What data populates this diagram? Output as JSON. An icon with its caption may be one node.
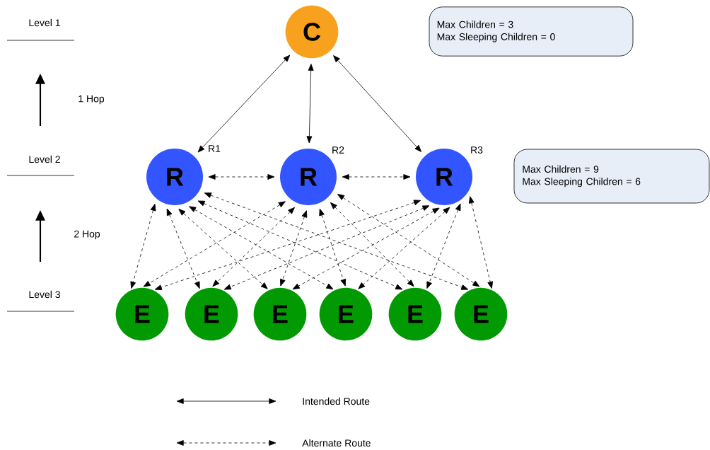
{
  "diagram": {
    "nodes": [
      {
        "text": [
          "C"
        ]
      },
      {
        "text": [
          "R"
        ],
        "beside": [
          "R1"
        ]
      },
      {
        "text": [
          "R"
        ],
        "beside": [
          "R2"
        ]
      },
      {
        "text": [
          "R"
        ],
        "beside": [
          "R3"
        ]
      },
      {
        "text": [
          "E"
        ]
      },
      {
        "text": [
          "E"
        ]
      },
      {
        "text": [
          "E"
        ]
      },
      {
        "text": [
          "E"
        ]
      },
      {
        "text": [
          "E"
        ]
      },
      {
        "text": [
          "E"
        ]
      },
      {
        "text": [
          "Max Children = 3",
          "Max Sleeping Children = 0"
        ]
      },
      {
        "text": [
          "Max Children = 9",
          "Max Sleeping Children = 6"
        ]
      }
    ],
    "edges": [
      {
        "from": 0,
        "to": 1,
        "arrow": "both"
      },
      {
        "from": 0,
        "to": 2,
        "arrow": "both"
      },
      {
        "from": 0,
        "to": 3,
        "arrow": "both"
      },
      {
        "from": 1,
        "to": 2,
        "arrow": "both",
        "style": "dashed"
      },
      {
        "from": 2,
        "to": 3,
        "arrow": "both",
        "style": "dashed"
      },
      {
        "from": 1,
        "to": 4,
        "arrow": "both",
        "style": "dashed"
      },
      {
        "from": 1,
        "to": 5,
        "arrow": "both",
        "style": "dashed"
      },
      {
        "from": 1,
        "to": 6,
        "arrow": "both",
        "style": "dashed"
      },
      {
        "from": 1,
        "to": 7,
        "arrow": "both",
        "style": "dashed"
      },
      {
        "from": 1,
        "to": 8,
        "arrow": "both",
        "style": "dashed"
      },
      {
        "from": 1,
        "to": 9,
        "arrow": "both",
        "style": "dashed"
      },
      {
        "from": 2,
        "to": 4,
        "arrow": "both",
        "style": "dashed"
      },
      {
        "from": 2,
        "to": 5,
        "arrow": "both",
        "style": "dashed"
      },
      {
        "from": 2,
        "to": 6,
        "arrow": "both",
        "style": "dashed"
      },
      {
        "from": 2,
        "to": 7,
        "arrow": "both",
        "style": "dashed"
      },
      {
        "from": 2,
        "to": 8,
        "arrow": "both",
        "style": "dashed"
      },
      {
        "from": 2,
        "to": 9,
        "arrow": "both",
        "style": "dashed"
      },
      {
        "from": 3,
        "to": 4,
        "arrow": "both",
        "style": "dashed"
      },
      {
        "from": 3,
        "to": 5,
        "arrow": "both",
        "style": "dashed"
      },
      {
        "from": 3,
        "to": 6,
        "arrow": "both",
        "style": "dashed"
      },
      {
        "from": 3,
        "to": 7,
        "arrow": "both",
        "style": "dashed"
      },
      {
        "from": 3,
        "to": 8,
        "arrow": "both",
        "style": "dashed"
      },
      {
        "from": 3,
        "to": 9,
        "arrow": "both",
        "style": "dashed"
      }
    ],
    "labels": [
      "Level 1",
      "1 Hop",
      "Level 2",
      "2 Hop",
      "Level 3"
    ],
    "legend": [
      {
        "text": "Intended Route"
      },
      {
        "text": "Alternate Route"
      }
    ]
  }
}
